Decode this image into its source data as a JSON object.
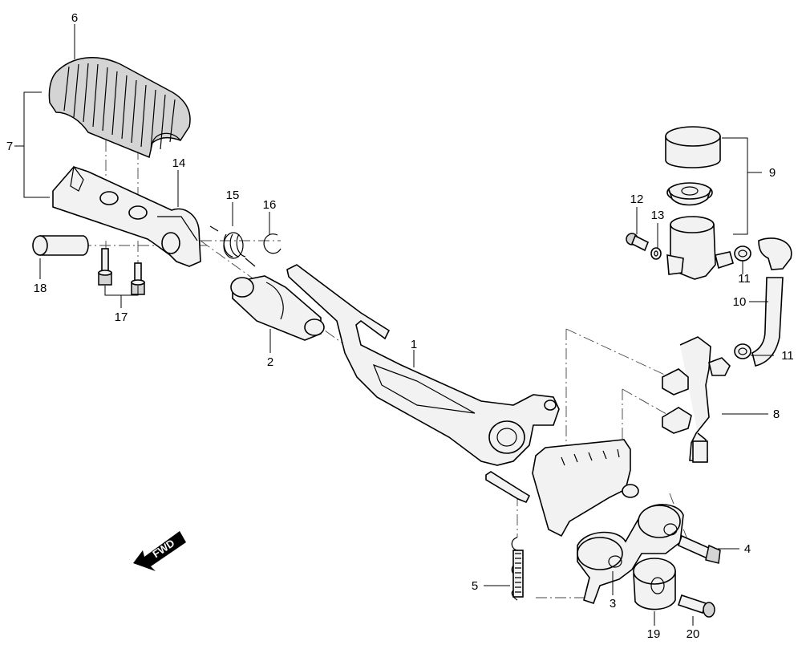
{
  "labels": {
    "l1": "1",
    "l2": "2",
    "l3": "3",
    "l4": "4",
    "l5": "5",
    "l6": "6",
    "l7": "7",
    "l8": "8",
    "l9": "9",
    "l10": "10",
    "l11a": "11",
    "l11b": "11",
    "l12": "12",
    "l13": "13",
    "l14": "14",
    "l15": "15",
    "l16": "16",
    "l17": "17",
    "l18": "18",
    "l19": "19",
    "l20": "20"
  },
  "direction_arrow": {
    "text": "FWD"
  }
}
